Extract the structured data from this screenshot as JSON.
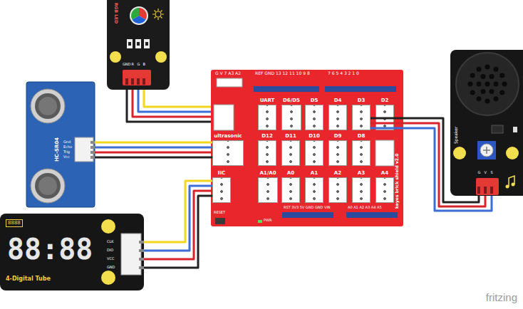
{
  "diagram": {
    "nodes": [
      {
        "text": [
          "RGB LED",
          "GND",
          "R",
          "G",
          "B"
        ]
      },
      {
        "text": [
          "HC-SR04",
          "Gnd",
          "Echo",
          "Trig",
          "Vcc"
        ]
      },
      {
        "text": [
          "keyes brick shield v2.0"
        ]
      },
      {
        "text": [
          "UART"
        ],
        "in": 2
      },
      {
        "text": [
          "D6/D5"
        ],
        "in": 2
      },
      {
        "text": [
          "D5"
        ],
        "in": 2
      },
      {
        "text": [
          "D4"
        ],
        "in": 2
      },
      {
        "text": [
          "D3"
        ],
        "in": 2
      },
      {
        "text": [
          "D2"
        ],
        "in": 2
      },
      {
        "text": [
          "ultrasonic"
        ],
        "in": 2
      },
      {
        "text": [
          "D12"
        ],
        "in": 2
      },
      {
        "text": [
          "D11"
        ],
        "in": 2
      },
      {
        "text": [
          "D10"
        ],
        "in": 2
      },
      {
        "text": [
          "D9"
        ],
        "in": 2
      },
      {
        "text": [
          "D8"
        ],
        "in": 2
      },
      {
        "text": [
          "IIC"
        ],
        "in": 2
      },
      {
        "text": [
          "A1/A0"
        ],
        "in": 2
      },
      {
        "text": [
          "A0"
        ],
        "in": 2
      },
      {
        "text": [
          "A1"
        ],
        "in": 2
      },
      {
        "text": [
          "A2"
        ],
        "in": 2
      },
      {
        "text": [
          "A3"
        ],
        "in": 2
      },
      {
        "text": [
          "A4"
        ],
        "in": 2
      },
      {
        "text": [
          "Speaker",
          "G",
          "V",
          "S"
        ]
      },
      {
        "text": [
          "8888",
          "88:88",
          "4-Digital Tube",
          "CLK",
          "DIO",
          "VCC",
          "GND"
        ]
      }
    ],
    "edges": [
      {
        "from": 0,
        "to": 2,
        "arrow": "none"
      },
      {
        "from": 1,
        "to": 9,
        "arrow": "none"
      },
      {
        "from": 23,
        "to": 15,
        "arrow": "none"
      },
      {
        "from": 22,
        "to": 7,
        "arrow": "none"
      }
    ],
    "labels": [
      "G V 7 A3 A2",
      "REF GND 13 12 11 10 9 8",
      "7 6 5 4 3 2 1 0",
      "RESET",
      "PWR",
      "RST 3V3 5V GND GND VIN",
      "A0 A1 A2 A3 A4 A5",
      "fritzing"
    ]
  }
}
